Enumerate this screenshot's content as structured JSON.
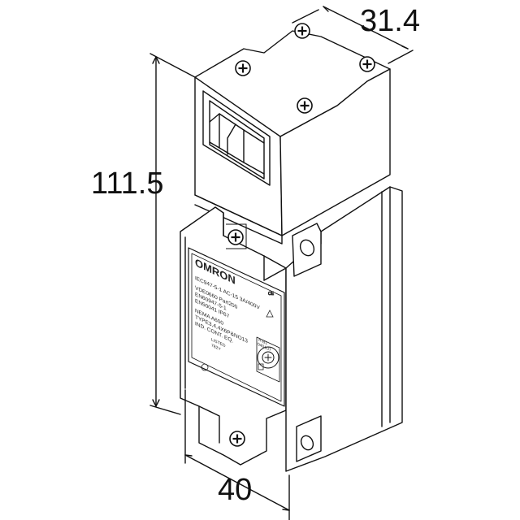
{
  "dimensions": {
    "width_top": "31.4",
    "height": "111.5",
    "width_front": "40"
  },
  "label": {
    "brand": "OMRON",
    "lines": [
      "IEC947-5-1  AC-15 3A/400V",
      "VDE0660 Part200",
      "EN60947-5-1",
      "EN50041 IP67",
      "NEMA A600",
      "TYPE3,4,4X6P&NO13",
      "IND. CONT. EQ.",
      "LISTED",
      "782Y"
    ],
    "key_code": "A-B1",
    "key_serial": "040107"
  },
  "icons": [
    "screw-icon",
    "ce-mark-icon",
    "ul-mark-icon",
    "key-slot-icon",
    "warning-triangle-icon"
  ]
}
